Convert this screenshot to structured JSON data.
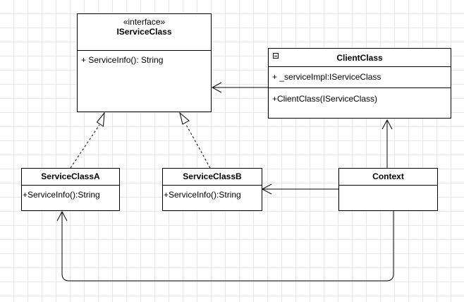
{
  "classes": {
    "iservice": {
      "stereotype": "«interface»",
      "name": "IServiceClass",
      "methods": [
        "+ ServiceInfo(): String"
      ]
    },
    "client": {
      "name": "ClientClass",
      "fields": [
        "+ _serviceImpl:IServiceClass"
      ],
      "methods": [
        "+ClientClass(IServiceClass)"
      ]
    },
    "service_a": {
      "name": "ServiceClassA",
      "methods": [
        "+ServiceInfo():String"
      ]
    },
    "service_b": {
      "name": "ServiceClassB",
      "methods": [
        "+ServiceInfo():String"
      ]
    },
    "context": {
      "name": "Context"
    }
  },
  "colors": {
    "line": "#000000",
    "grid": "#e6e6e6",
    "box_fill": "#ffffff"
  }
}
